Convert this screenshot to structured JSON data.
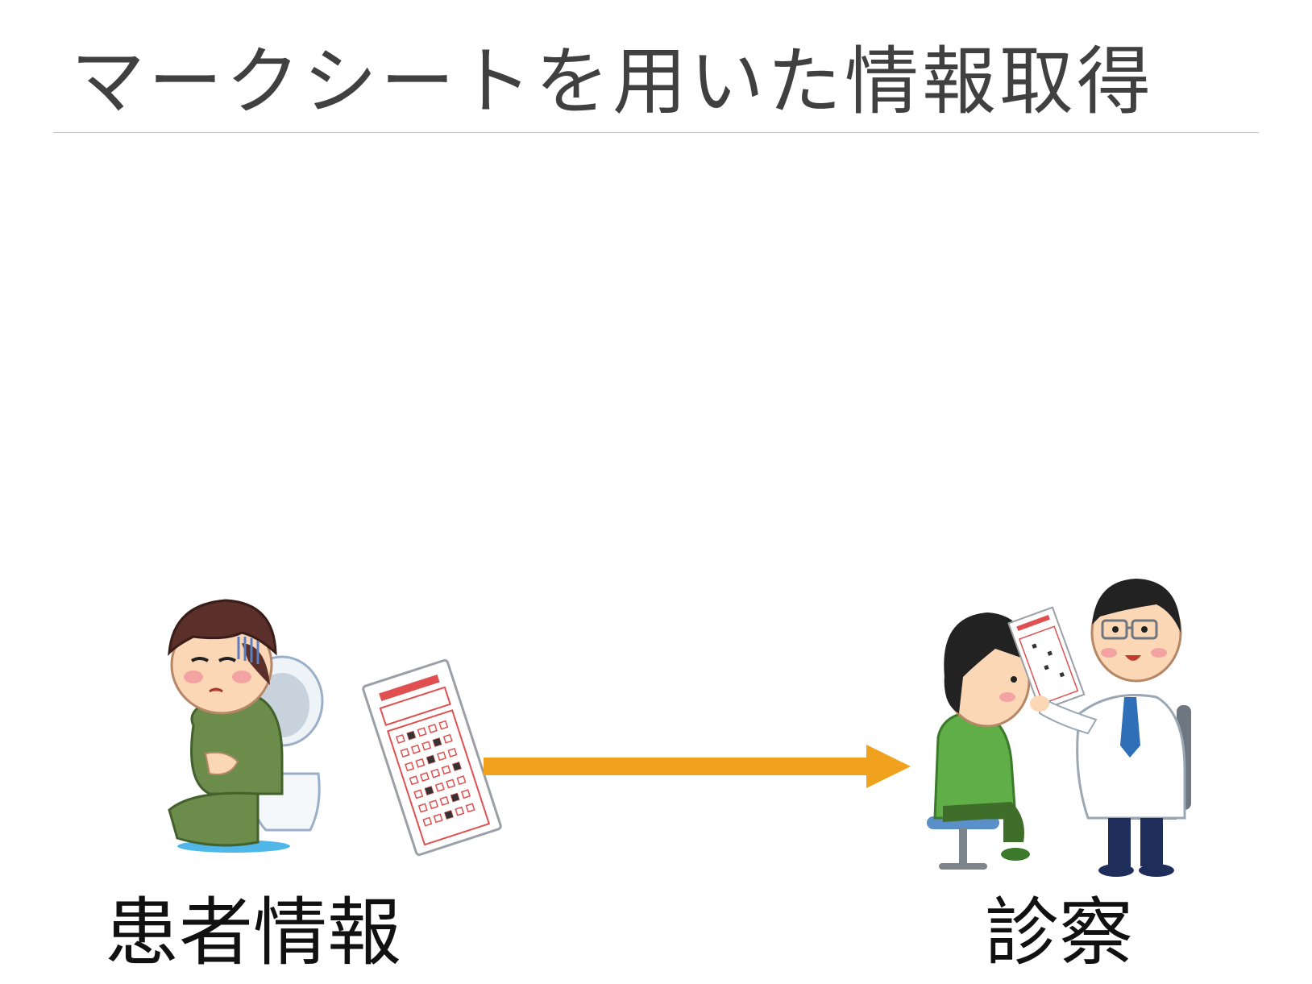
{
  "slide": {
    "title": "マークシートを用いた情報取得"
  },
  "left_label": "患者情報",
  "right_label": "診察",
  "colors": {
    "arrow": "#f0a11e",
    "title_text": "#404040",
    "rule": "#bdbdbd",
    "mark_red": "#e05050"
  },
  "illustrations": {
    "patient": "patient-on-toilet-illustration",
    "sheet": "mark-sheet-illustration",
    "consultation": "doctor-and-boy-illustration"
  }
}
